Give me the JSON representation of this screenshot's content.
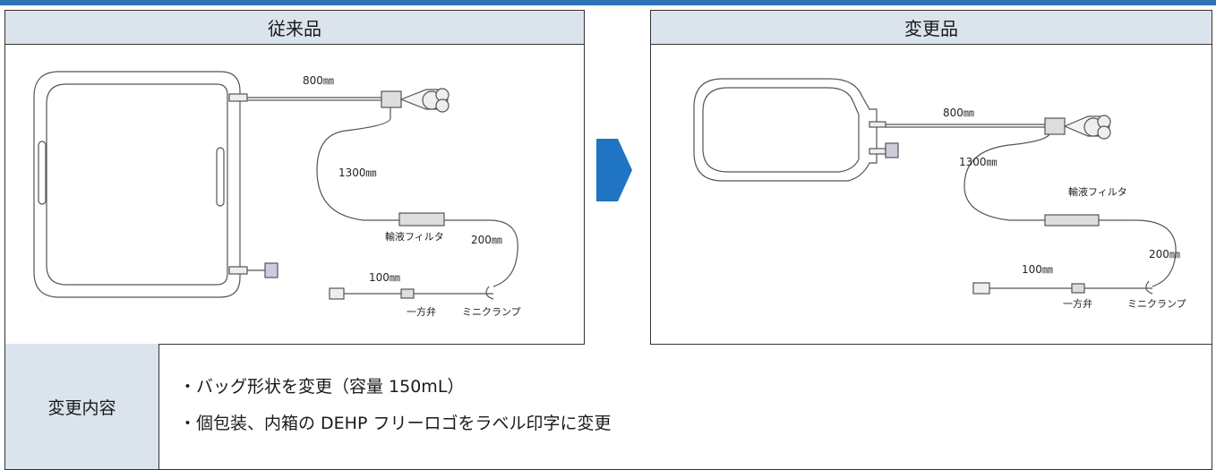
{
  "before": {
    "title": "従来品",
    "labels": {
      "len_800": "800㎜",
      "len_1300": "1300㎜",
      "filter": "輸液フィルタ",
      "len_200": "200㎜",
      "len_100": "100㎜",
      "valve": "一方弁",
      "clamp": "ミニクランプ"
    }
  },
  "after": {
    "title": "変更品",
    "labels": {
      "len_800": "800㎜",
      "len_1300": "1300㎜",
      "filter": "輸液フィルタ",
      "len_200": "200㎜",
      "len_100": "100㎜",
      "valve": "一方弁",
      "clamp": "ミニクランプ"
    }
  },
  "arrow_color": "#1f74c4",
  "changes": {
    "heading": "変更内容",
    "items": [
      "・バッグ形状を変更（容量 150mL）",
      "・個包装、内箱の DEHP フリーロゴをラベル印字に変更"
    ]
  }
}
